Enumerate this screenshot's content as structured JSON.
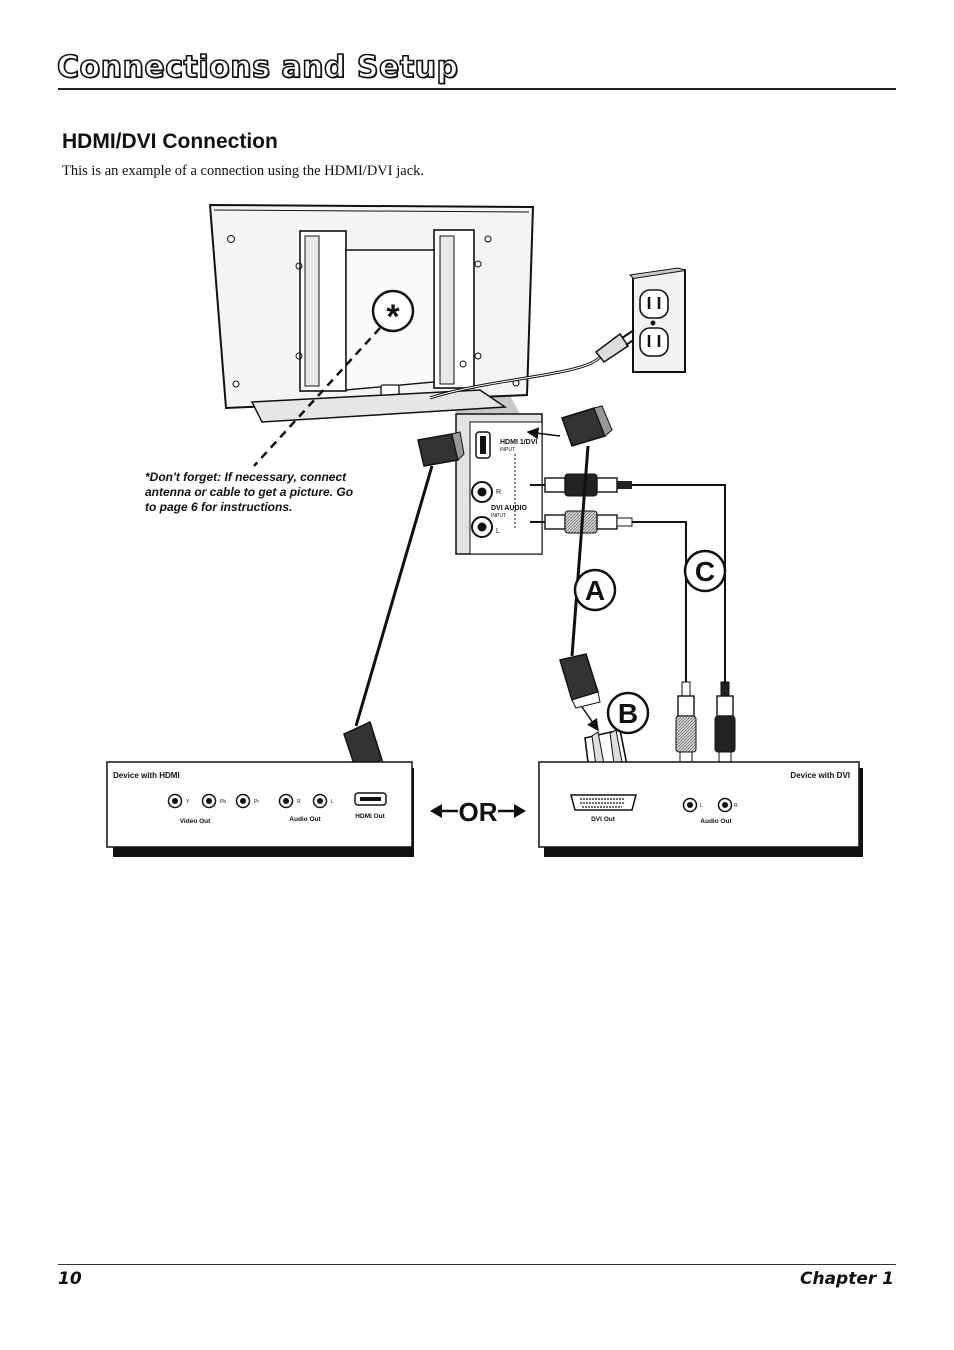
{
  "header": {
    "title": "Connections and Setup"
  },
  "section": {
    "heading": "HDMI/DVI Connection",
    "intro": "This is an example of a connection using the HDMI/DVI jack."
  },
  "diagram": {
    "star_marker": "*",
    "note_lines": [
      "*Don't forget: If necessary, connect",
      "antenna or cable to get a picture. Go",
      "to page 6 for instructions."
    ],
    "tv_panel": {
      "hdmi_label": "HDMI 1/DVI",
      "hdmi_sub": "INPUT",
      "r_label": "R",
      "dvi_audio_label": "DVI AUDIO",
      "dvi_audio_sub": "INPUT",
      "l_label": "L"
    },
    "callouts": {
      "a": "A",
      "b": "B",
      "c": "C"
    },
    "or_label": "OR",
    "device_hdmi": {
      "title": "Device with HDMI",
      "y": "Y",
      "pb": "Pb",
      "pr": "Pr",
      "r": "R",
      "l": "L",
      "video_out": "Video Out",
      "audio_out": "Audio Out",
      "hdmi_out": "HDMI Out"
    },
    "device_dvi": {
      "title": "Device with DVI",
      "dvi_out": "DVI Out",
      "l": "L",
      "r": "R",
      "audio_out": "Audio Out"
    }
  },
  "footer": {
    "page_number": "10",
    "chapter": "Chapter 1"
  }
}
